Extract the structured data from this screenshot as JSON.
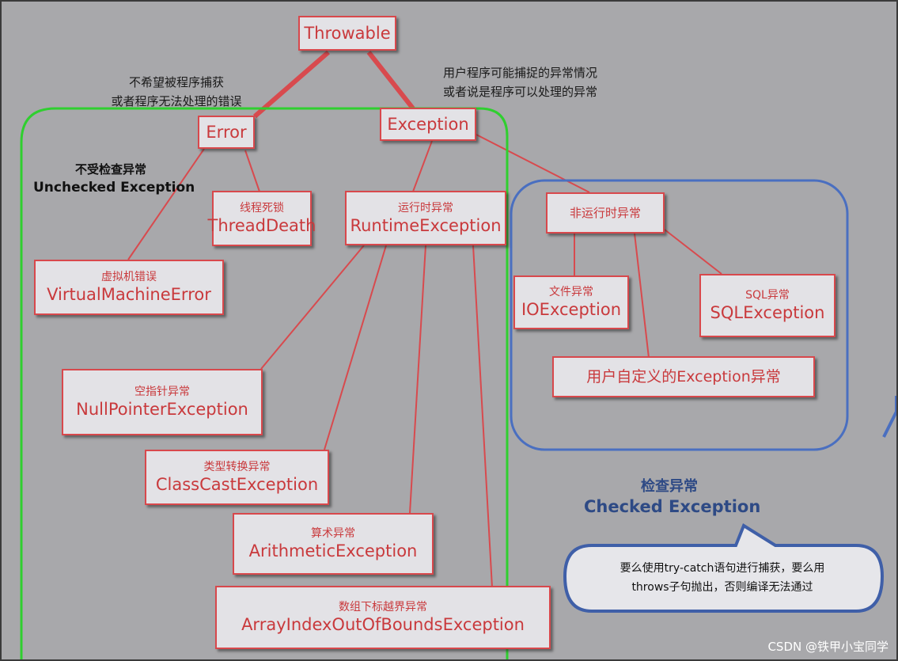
{
  "nodes": {
    "throwable": {
      "en": "Throwable"
    },
    "error": {
      "en": "Error"
    },
    "exception": {
      "en": "Exception"
    },
    "thread_death": {
      "zh": "线程死锁",
      "en": "ThreadDeath"
    },
    "runtime": {
      "zh": "运行时异常",
      "en": "RuntimeException"
    },
    "vm_error": {
      "zh": "虚拟机错误",
      "en": "VirtualMachineError"
    },
    "null_pointer": {
      "zh": "空指针异常",
      "en": "NullPointerException"
    },
    "class_cast": {
      "zh": "类型转换异常",
      "en": "ClassCastException"
    },
    "arithmetic": {
      "zh": "算术异常",
      "en": "ArithmeticException"
    },
    "array_index": {
      "zh": "数组下标越界异常",
      "en": "ArrayIndexOutOfBoundsException"
    },
    "non_runtime": {
      "zh": "非运行时异常"
    },
    "io": {
      "zh": "文件异常",
      "en": "IOException"
    },
    "sql": {
      "zh": "SQL异常",
      "en": "SQLException"
    },
    "custom": {
      "en": "用户自定义的Exception异常"
    }
  },
  "annotations": {
    "error_note": [
      "不希望被程序捕获",
      "或者程序无法处理的错误"
    ],
    "exception_note": [
      "用户程序可能捕捉的异常情况",
      "或者说是程序可以处理的异常"
    ],
    "unchecked_zh": "不受检查异常",
    "unchecked_en": "Unchecked Exception",
    "checked_zh": "检查异常",
    "checked_en": "Checked Exception",
    "callout": [
      "要么使用try-catch语句进行捕获，要么用",
      "throws子句抛出，否则编译无法通过"
    ]
  },
  "watermark": "CSDN @铁甲小宝同学",
  "colors": {
    "background": "#a8a8ab",
    "node_fill": "#e3e2e6",
    "node_border": "#d8484c",
    "node_text": "#c9393c",
    "connector": "#d84a4e",
    "unchecked_region": "#2fcf2f",
    "checked_region": "#4a6fc0",
    "checked_text": "#2e4a85"
  }
}
